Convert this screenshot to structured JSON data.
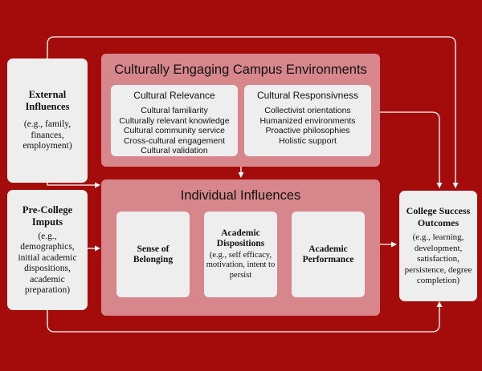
{
  "external_influences": {
    "title": "External Influences",
    "body": "(e.g., family, finances, employment)"
  },
  "pre_college": {
    "title": "Pre-College Imputs",
    "body": "(e.g., demographics, initial academic dispositions, academic preparation)"
  },
  "campus_environments": {
    "title": "Culturally Engaging Campus Environments",
    "relevance": {
      "title": "Cultural Relevance",
      "items": [
        "Cultural familiarity",
        "Culturally relevant knowledge",
        "Cultural community service",
        "Cross-cultural engagement",
        "Cultural validation"
      ]
    },
    "responsiveness": {
      "title": "Cultural Responsivness",
      "items": [
        "Collectivist orientations",
        "Humanized environments",
        "Proactive philosophies",
        "Holistic support"
      ]
    }
  },
  "individual_influences": {
    "title": "Individual Influences",
    "belonging": {
      "title": "Sense of Belonging"
    },
    "dispositions": {
      "title": "Academic Dispositions",
      "body": "(e.g., self efficacy, motivation, intent to persist"
    },
    "performance": {
      "title": "Academic Performance"
    }
  },
  "outcomes": {
    "title": "College Success Outcomes",
    "body": "(e.g., learning, development, satisfaction, persistence, degree completion)"
  },
  "colors": {
    "background": "#a40c0c",
    "panel": "#d7878c",
    "box": "#eeeeee",
    "arrow": "#ffffff"
  }
}
